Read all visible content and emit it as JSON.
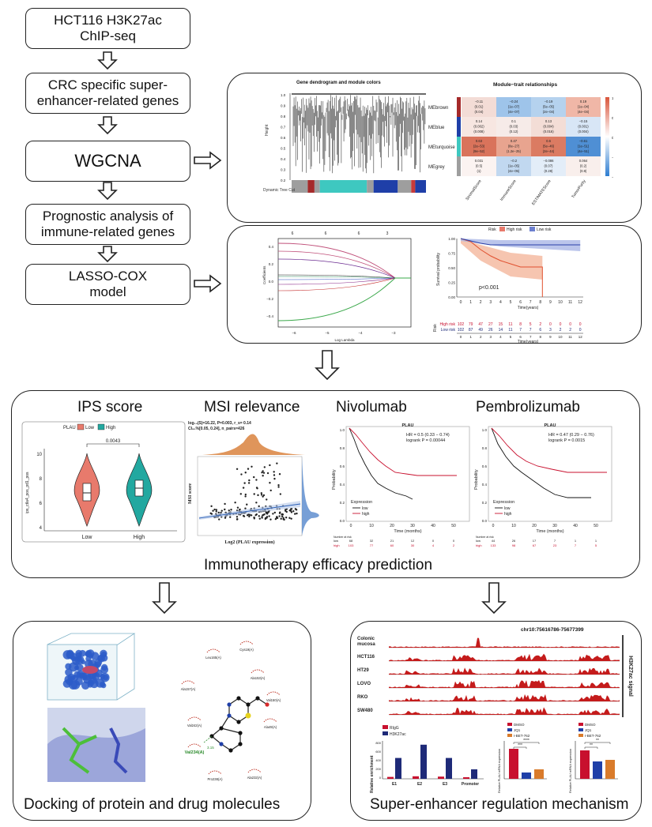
{
  "flow": {
    "step1": "HCT116 H3K27ac ChIP-seq",
    "step1_l1": "HCT116 H3K27ac",
    "step1_l2": "ChIP-seq",
    "step2_l1": "CRC specific super-",
    "step2_l2": "enhancer-related genes",
    "step3": "WGCNA",
    "step4_l1": "Prognostic analysis of",
    "step4_l2": "immune-related genes",
    "step5_l1": "LASSO-COX",
    "step5_l2": "model"
  },
  "wgcna_panel": {
    "dendro_title": "Gene dendrogram and module colors",
    "dendro_ylabel": "Height",
    "dendro_yticks": [
      "1.0",
      "0.9",
      "0.8",
      "0.7",
      "0.6",
      "0.5",
      "0.4",
      "0.3",
      "0.2"
    ],
    "dynamic_label": "Dynamic Tree Cut",
    "heatmap_title": "Module−trait relationships",
    "modules": [
      "MEbrown",
      "MEblue",
      "MEturquoise",
      "MEgrey"
    ],
    "module_colors": [
      "#a52a2a",
      "#1f3fa8",
      "#3ec8c0",
      "#9e9e9e"
    ],
    "traits": [
      "StromalScore",
      "ImmuneScore",
      "ESTIMATEScore",
      "TumorPurity"
    ],
    "cells": [
      [
        "−0.11\n(0.01)\n(0.04)",
        "−0.24\n(1e−07)\n(4e−07)",
        "−0.19\n(5e−05)\n(2e−04)",
        "0.19\n(1e−04)\n(4e−04)"
      ],
      [
        "0.14\n(0.002)\n(0.008)",
        "0.1\n(0.03)\n(0.12)",
        "0.13\n(0.004)\n(0.016)",
        "−0.15\n(0.001)\n(0.004)"
      ],
      [
        "0.63\n(2e−53)\n(9e−52)",
        "0.47\n(8e−27)\n(1.2e−25)",
        "0.6\n(5e−46)\n(2e−44)",
        "−0.61\n(1e−51)\n(4e−51)"
      ],
      [
        "0.031\n(0.5)\n(1)",
        "−0.2\n(1e−05)\n(4e−05)",
        "−0.086\n(0.07)\n(0.28)",
        "0.064\n(0.2)\n(0.8)"
      ]
    ],
    "cell_colors": [
      [
        "#f3dcd6",
        "#9ec4ea",
        "#b5d2ee",
        "#f0b7a7"
      ],
      [
        "#f7e6e1",
        "#f6ebe8",
        "#f3ddd6",
        "#d8e6f6"
      ],
      [
        "#d9735b",
        "#e8a48f",
        "#db7b62",
        "#4f8fd4"
      ],
      [
        "#fbf3f1",
        "#c1d8f0",
        "#e3edf8",
        "#f9efec"
      ]
    ],
    "legend_ticks": [
      "1",
      "0.5",
      "0",
      "−0.5",
      "−1"
    ]
  },
  "lasso_panel": {
    "top_ticks": [
      "6",
      "6",
      "6",
      "3"
    ],
    "ylabel": "Coefficients",
    "xlabel": "Log Lambda",
    "xticks": [
      "−6",
      "−5",
      "−4",
      "−3"
    ],
    "yticks": [
      "0.4",
      "0.2",
      "0.0",
      "−0.2",
      "−0.4"
    ]
  },
  "km_panel": {
    "legend_title": "Risk",
    "legend_high": "High risk",
    "legend_low": "Low risk",
    "ylabel": "Survival probability",
    "yticks": [
      "1.00",
      "0.75",
      "0.50",
      "0.25",
      "0.00"
    ],
    "pvalue": "p<0.001",
    "xlabel": "Time(years)",
    "xticks": [
      "0",
      "1",
      "2",
      "3",
      "4",
      "5",
      "6",
      "7",
      "8",
      "9",
      "10",
      "11",
      "12"
    ],
    "risk_label": "Risk",
    "high_row_label": "High risk",
    "low_row_label": "Low risk",
    "high_counts": [
      "102",
      "79",
      "47",
      "27",
      "15",
      "11",
      "8",
      "5",
      "2",
      "0",
      "0",
      "0",
      "0"
    ],
    "low_counts": [
      "102",
      "87",
      "49",
      "26",
      "14",
      "11",
      "7",
      "7",
      "6",
      "3",
      "2",
      "2",
      "0"
    ],
    "table_xlabel": "Time(years)"
  },
  "immuno": {
    "ips_title": "IPS score",
    "ips_legend_title": "PLAU",
    "ips_legend_low": "Low",
    "ips_legend_high": "High",
    "ips_ylabel": "ips_ctla4_pos_pd1_pos",
    "ips_yticks": [
      "10",
      "8",
      "6",
      "4"
    ],
    "ips_p": "0.0043",
    "ips_xlabels": [
      "Low",
      "High"
    ],
    "msi_title": "MSI relevance",
    "msi_stat1": "log₁₀(S)=16.22, P=0.003, r_s= 0.14",
    "msi_stat2": "CI₉₅%[0.05, 0.24], n_pairs=426",
    "msi_ylabel": "MSI score",
    "msi_xlabel": "Log2 (PLAU expression)",
    "nivo_title": "Nivolumab",
    "pembro_title": "Pembrolizumab",
    "nivo_panel": "PLAU",
    "nivo_hr": "HR = 0.5 (0.33 − 0.74)",
    "nivo_logrank": "logrank P = 0.00044",
    "pembro_panel": "PLAU",
    "pembro_hr": "HR = 0.47 (0.29 − 0.76)",
    "pembro_logrank": "logrank P = 0.0015",
    "km_ylabel": "Probability",
    "km_xlabel": "Time (months)",
    "km_expr": "Expression",
    "km_low": "low",
    "km_high": "high",
    "km_yticks": [
      "1.0",
      "0.8",
      "0.6",
      "0.4",
      "0.2",
      "0.0"
    ],
    "nivo_xticks": [
      "0",
      "10",
      "20",
      "30",
      "40",
      "50"
    ],
    "pembro_xticks": [
      "0",
      "10",
      "20",
      "30",
      "40",
      "50"
    ],
    "risk_header": "Number at risk",
    "nivo_low_counts": [
      "68",
      "32",
      "21",
      "12",
      "0",
      "0"
    ],
    "nivo_high_counts": [
      "103",
      "77",
      "60",
      "30",
      "4",
      "2"
    ],
    "pembro_low_counts": [
      "44",
      "26",
      "17",
      "7",
      "1",
      "1"
    ],
    "pembro_high_counts": [
      "133",
      "98",
      "67",
      "23",
      "7",
      "5"
    ],
    "row_low": "low",
    "row_high": "high",
    "caption": "Immunotherapy efficacy prediction"
  },
  "docking": {
    "residues": [
      "Leu165(A)",
      "Cys19(A)",
      "Ala157(A)",
      "Ala153(A)",
      "Val150(A)",
      "Val242(A)",
      "Ala49(A)",
      "Val234(A)",
      "Pro238(A)",
      "Ala232(A)"
    ],
    "hbond_residue": "Val234(A)",
    "hbond_dist": "3.15",
    "caption": "Docking of protein and drug molecules"
  },
  "superenhancer": {
    "locus": "chr10:75616786-75677399",
    "tracks": [
      "Colonic mucosa",
      "HCT116",
      "HT29",
      "LOVO",
      "RKO",
      "SW480"
    ],
    "track_l1": "Colonic",
    "track_l2": "mucosa",
    "side_label": "H3K27ac signal",
    "chip_legend_igg": "RIgG",
    "chip_legend_h3k27ac": "H3K27ac",
    "chip_ylabel": "Relative enrichment",
    "chip_xlabels": [
      "E1",
      "E2",
      "E3",
      "Promoter"
    ],
    "chip_yticks": [
      "800",
      "600",
      "400",
      "200",
      "0"
    ],
    "qpcr1_legend": [
      "DMSO",
      "JQ1",
      "I-BET-762"
    ],
    "qpcr1_ylabel": "Relative PLAU mRNA expression",
    "qpcr1_sig": [
      "****",
      "***"
    ],
    "qpcr2_legend": [
      "DMSO",
      "JQ1",
      "I-BET-762"
    ],
    "qpcr2_ylabel": "Relative PLAU mRNA expression",
    "qpcr2_sig": [
      "**",
      "**"
    ],
    "caption": "Super-enhancer regulation mechanism"
  },
  "colors": {
    "red": "#c8102e",
    "navy": "#1e2a78",
    "teal": "#22a8a0",
    "salmon": "#e87a6c",
    "ochre": "#d97b2b",
    "blue": "#1f3fa8",
    "grey": "#9e9e9e"
  }
}
